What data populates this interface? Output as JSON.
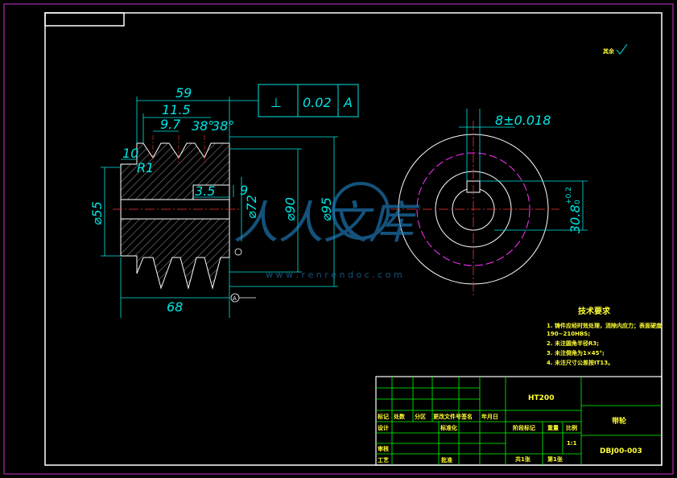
{
  "colors": {
    "background": "#000000",
    "border": "#ffffff",
    "frame": "#cc33cc",
    "dimension": "#00e5e5",
    "centerline": "#ff3333",
    "hatch": "#ffffff",
    "hidden": "#ff33ff",
    "titleblock": "#00ff00",
    "titletext": "#ffff33",
    "watermark": "#1f7fbf"
  },
  "drawing": {
    "roughness_mark": "其余",
    "dimensions": {
      "overall_width": "59",
      "groove_pitch": "11.5",
      "groove_top": "9.7",
      "groove_angle_1": "38°",
      "groove_angle_2": "38°",
      "hub_offset": "10",
      "radius": "R1",
      "bore_dia": "⌀55",
      "inner_step": "3.5",
      "step_9": "9",
      "dia_72": "⌀72",
      "dia_90": "⌀90",
      "dia_95": "⌀95",
      "bottom_width": "68",
      "keyway_width": "8±0.018",
      "keyway_depth": "30.8",
      "keyway_tol_upper": "+0.2",
      "keyway_tol_lower": "0"
    },
    "tolerance_frame": {
      "symbol": "⊥",
      "value": "0.02",
      "datum": "A"
    },
    "datum_label": "A"
  },
  "tech_requirements": {
    "title": "技术要求",
    "items": [
      "1. 铸件应经时效处理，消除内应力；表面硬度",
      "   190~210HBS;",
      "2. 未注圆角半径R3;",
      "3. 未注倒角为1×45°;",
      "4. 未注尺寸公差按IT13。"
    ]
  },
  "title_block": {
    "material": "HT200",
    "part_name": "带轮",
    "drawing_no": "DBJ00-003",
    "row_labels": [
      "标记",
      "处数",
      "分区",
      "更改文件号",
      "签名",
      "年月日"
    ],
    "left_labels": [
      "设计",
      "审核",
      "工艺"
    ],
    "mid_labels": [
      "标准化",
      "批准"
    ],
    "stage_label": "阶段标记",
    "weight_label": "重量",
    "scale_label": "比例",
    "scale_value": "1:1",
    "sheets_total": "共1张",
    "sheet_no": "第1张"
  },
  "watermark": {
    "chinese": "人人文库",
    "url": "w w w . r e n r e n d o c . c o m"
  }
}
